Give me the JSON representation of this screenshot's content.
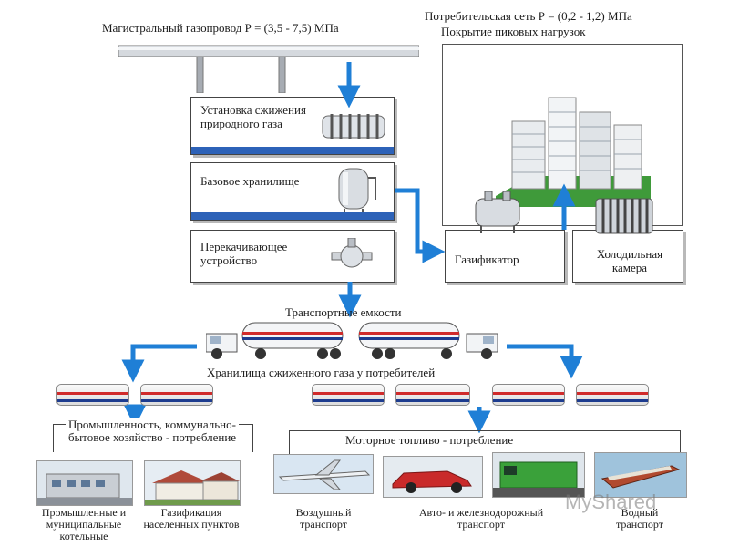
{
  "header": {
    "pipeline_label": "Магистральный газопровод Р = (3,5 - 7,5) МПа",
    "consumer_network": "Потребительская сеть Р = (0,2 - 1,2) МПа",
    "peak_coverage": "Покрытие пиковых нагрузок"
  },
  "stages": {
    "liquefaction": "Установка сжижения природного газа",
    "base_storage": "Базовое хранилище",
    "pumping": "Перекачивающее устройство"
  },
  "peak": {
    "gasifier": "Газификатор",
    "cold_chamber": "Холодильная камера"
  },
  "transport": {
    "tanks_label": "Транспортные емкости",
    "consumer_storage": "Хранилища сжиженного газа у потребителей"
  },
  "branches": {
    "industry": "Промышленность, коммунально-бытовое хозяйство - потребление",
    "motor_fuel": "Моторное топливо - потребление"
  },
  "captions": {
    "boilers": "Промышленные и муниципальные котельные",
    "gasification": "Газификация населенных пунктов",
    "air": "Воздушный транспорт",
    "auto_rail": "Авто- и железнодорожный транспорт",
    "water": "Водный транспорт"
  },
  "watermark": "MyShared",
  "colors": {
    "arrow": "#1f7fd6",
    "strip": "#2d62b8",
    "tank_red": "#d02b2b",
    "tank_blue": "#1d3c8f"
  }
}
